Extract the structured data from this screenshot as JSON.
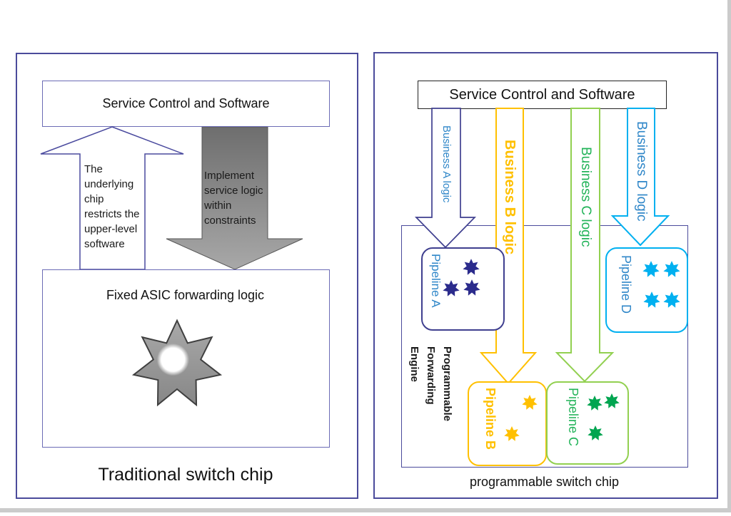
{
  "page": {
    "edges": {
      "right_strip_color": "#cbcbcb",
      "bottom_strip_color": "#cbcbcb"
    }
  },
  "left": {
    "service_label": "Service Control and Software",
    "up_text": "The underlying chip restricts the upper-level software",
    "down_text": "Implement service logic within constraints",
    "asic_label": "Fixed ASIC forwarding logic",
    "title": "Traditional switch chip",
    "icons": {
      "gear_star": "seven-point-star"
    },
    "colors": {
      "panel_border": "#4b4b9b",
      "inner_box_border": "#6b6bb5",
      "up_arrow_outline": "#4a4a9e",
      "down_arrow_gray_top": "#6e6e6e",
      "down_arrow_gray_bottom": "#a8a8a8",
      "gear_star_fill": "#949494"
    }
  },
  "right": {
    "service_label": "Service Control and Software",
    "engine_label": "Programmable\nForwarding\nEngine",
    "title": "programmable switch chip",
    "colors": {
      "panel_border": "#4b4b9b",
      "engine_box_border": "#4b4b9b",
      "service_box_border": "#222222"
    },
    "arrows": [
      {
        "name": "A",
        "label": "Business A logic",
        "outline_color": "#3F3F8F",
        "label_color": "#2E86C8"
      },
      {
        "name": "B",
        "label": "Business B logic",
        "outline_color": "#FFC000",
        "label_color": "#FFC000"
      },
      {
        "name": "C",
        "label": "Business C logic",
        "outline_color": "#92D050",
        "label_color": "#21B358"
      },
      {
        "name": "D",
        "label": "Business D logic",
        "outline_color": "#00B0F0",
        "label_color": "#2E86C8"
      }
    ],
    "pipelines": [
      {
        "name": "A",
        "label": "Pipeline A",
        "border_color": "#3F3F8F",
        "label_color": "#2E86C8",
        "star_color": "#2B2B8C",
        "star_count": 3
      },
      {
        "name": "B",
        "label": "Pipeline B",
        "border_color": "#FFC000",
        "label_color": "#FFC000",
        "star_color": "#FFC000",
        "star_count": 2
      },
      {
        "name": "C",
        "label": "Pipeline C",
        "border_color": "#92D050",
        "label_color": "#21B358",
        "star_color": "#00A550",
        "star_count": 3
      },
      {
        "name": "D",
        "label": "Pipeline D",
        "border_color": "#00B0F0",
        "label_color": "#2E86C8",
        "star_color": "#00B0F0",
        "star_count": 4
      }
    ]
  }
}
